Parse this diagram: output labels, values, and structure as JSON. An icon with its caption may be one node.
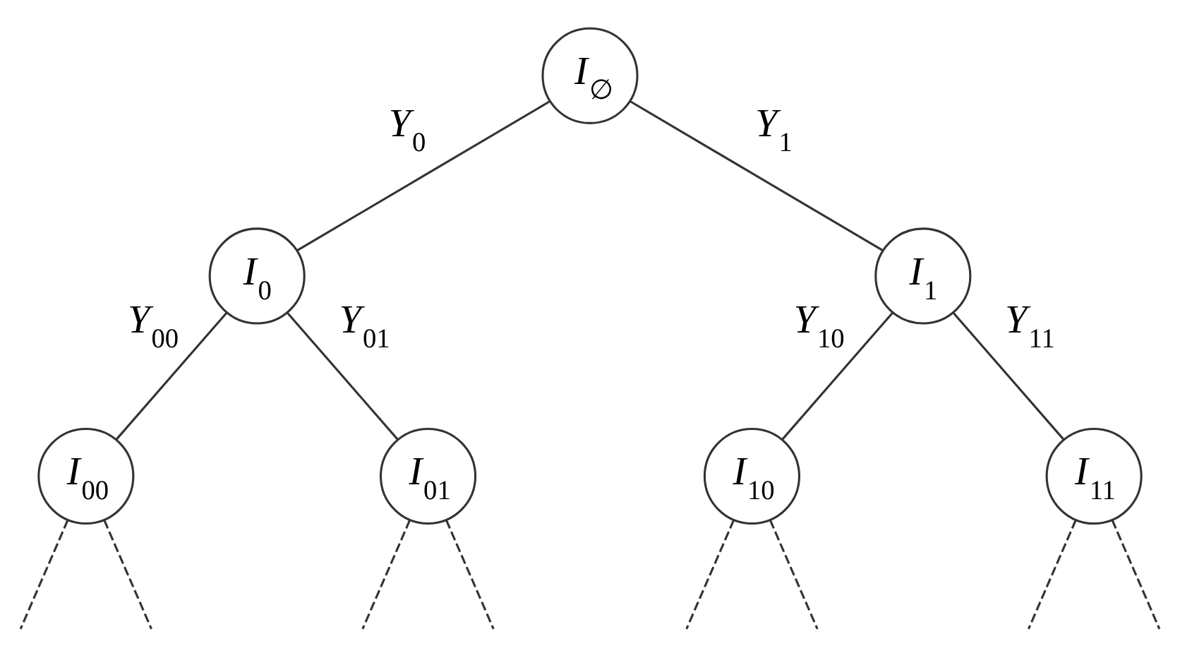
{
  "diagram": {
    "nodes": [
      {
        "text": [
          "I$_{∅}$"
        ]
      },
      {
        "text": [
          "I$_{0}$"
        ]
      },
      {
        "text": [
          "I$_{1}$"
        ]
      },
      {
        "text": [
          "I$_{00}$"
        ]
      },
      {
        "text": [
          "I$_{01}$"
        ]
      },
      {
        "text": [
          "I$_{10}$"
        ]
      },
      {
        "text": [
          "I$_{11}$"
        ]
      }
    ],
    "edges": [
      {
        "from": 0,
        "to": 1,
        "arrow": "none",
        "label": "Y$_{0}$"
      },
      {
        "from": 0,
        "to": 2,
        "arrow": "none",
        "label": "Y$_{1}$"
      },
      {
        "from": 1,
        "to": 3,
        "arrow": "none",
        "label": "Y$_{00}$"
      },
      {
        "from": 1,
        "to": 4,
        "arrow": "none",
        "label": "Y$_{01}$"
      },
      {
        "from": 2,
        "to": 5,
        "arrow": "none",
        "label": "Y$_{10}$"
      },
      {
        "from": 2,
        "to": 6,
        "arrow": "none",
        "label": "Y$_{11}$"
      },
      {
        "from": 3,
        "to": null,
        "arrow": "none",
        "style": "dashed"
      },
      {
        "from": 3,
        "to": null,
        "arrow": "none",
        "style": "dashed"
      },
      {
        "from": 4,
        "to": null,
        "arrow": "none",
        "style": "dashed"
      },
      {
        "from": 4,
        "to": null,
        "arrow": "none",
        "style": "dashed"
      },
      {
        "from": 5,
        "to": null,
        "arrow": "none",
        "style": "dashed"
      },
      {
        "from": 5,
        "to": null,
        "arrow": "none",
        "style": "dashed"
      },
      {
        "from": 6,
        "to": null,
        "arrow": "none",
        "style": "dashed"
      },
      {
        "from": 6,
        "to": null,
        "arrow": "none",
        "style": "dashed"
      }
    ]
  }
}
